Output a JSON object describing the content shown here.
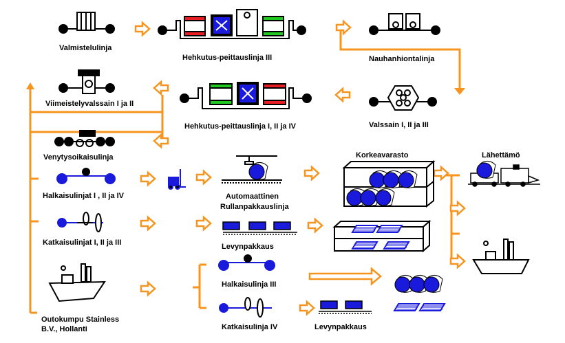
{
  "diagram": {
    "colors": {
      "flow": "#f7941d",
      "ink": "#000000",
      "coil": "#1a1adc",
      "heat": "#e81e25",
      "pickle": "#22c822",
      "blank": "#ffffff"
    },
    "labels": {
      "valmistelulinja": "Valmistelulinja",
      "hehkutus3": "Hehkutus-peittauslinja III",
      "nauhanhionta": "Nauhanhiontalinja",
      "viimeistely": "Viimeistelyvalssain I ja II",
      "hehkutus124": "Hehkutus-peittauslinja I, II ja IV",
      "valssain": "Valssain I, II ja III",
      "venytys": "Venytysoikaisulinja",
      "korkeavarasto": "Korkeavarasto",
      "lahettamo": "Lähettämö",
      "halkaisu12_4": "Halkaisulinjat I , II ja IV",
      "automaattinen": "Automaattinen",
      "rullanpakkaus": "Rullanpakkauslinja",
      "katkaisu123": "Katkaisulinjat I, II ja III",
      "levynpakkaus": "Levynpakkaus",
      "halkaisu3": "Halkaisulinja III",
      "outokumpu1": "Outokumpu Stainless",
      "outokumpu2": "B.V., Hollanti",
      "katkaisu4": "Katkaisulinja IV",
      "levynpakkaus2": "Levynpakkaus"
    }
  }
}
